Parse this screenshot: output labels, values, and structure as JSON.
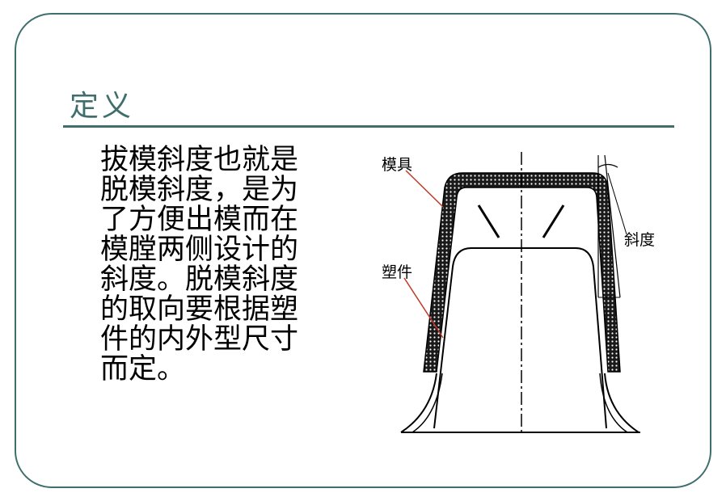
{
  "slide": {
    "title": "定义",
    "body_lines": [
      "拔模斜度也就是",
      "脱模斜度，是为",
      "了方便出模而在",
      "模膛两侧设计的",
      "斜度。脱模斜度",
      "的取向要根据塑",
      "件的内外型尺寸",
      "而定。"
    ]
  },
  "figure": {
    "label_mold": "模具",
    "label_part": "塑件",
    "label_draft": "斜度"
  },
  "colors": {
    "accent": "#3f6e6c",
    "text": "#000000",
    "background": "#ffffff"
  }
}
